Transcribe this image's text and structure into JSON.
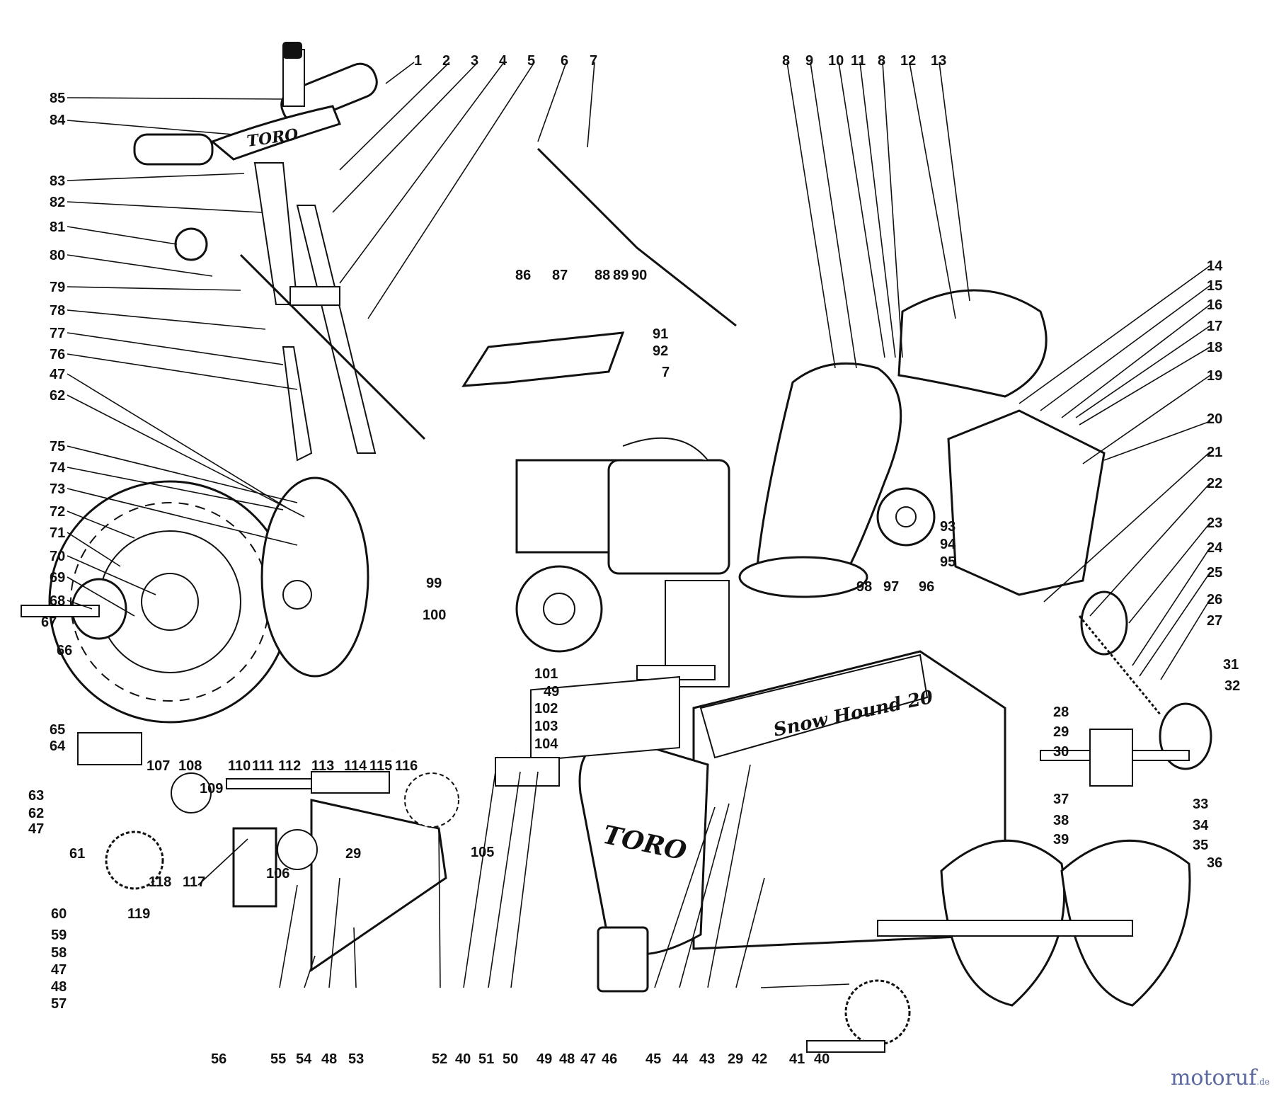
{
  "brand": {
    "handle_logo": "TORO",
    "housing_logo": "TORO",
    "model_logo": "Snow Hound 20"
  },
  "watermark": {
    "text": "motoruf",
    "suffix": ".de"
  },
  "callouts": {
    "top": [
      "1",
      "2",
      "3",
      "4",
      "5",
      "6",
      "7",
      "8",
      "9",
      "10",
      "11",
      "8",
      "12",
      "13"
    ],
    "left": [
      "85",
      "84",
      "83",
      "82",
      "81",
      "80",
      "79",
      "78",
      "77",
      "76",
      "47",
      "62",
      "75",
      "74",
      "73",
      "72",
      "71",
      "70",
      "69",
      "68",
      "67",
      "66",
      "65",
      "64",
      "63",
      "62",
      "47",
      "61",
      "60",
      "59",
      "58",
      "47",
      "48",
      "57"
    ],
    "right": [
      "14",
      "15",
      "16",
      "17",
      "18",
      "19",
      "20",
      "21",
      "22",
      "23",
      "24",
      "25",
      "26",
      "27",
      "31",
      "32",
      "28",
      "29",
      "30",
      "33",
      "34",
      "35",
      "36",
      "37",
      "38",
      "39"
    ],
    "bottom": [
      "56",
      "55",
      "54",
      "48",
      "53",
      "52",
      "40",
      "51",
      "50",
      "49",
      "48",
      "47",
      "46",
      "45",
      "44",
      "43",
      "29",
      "42",
      "41",
      "40"
    ],
    "middle": [
      "86",
      "87",
      "88",
      "89",
      "90",
      "91",
      "92",
      "7",
      "93",
      "94",
      "95",
      "99",
      "100",
      "98",
      "97",
      "96",
      "101",
      "49",
      "102",
      "103",
      "104",
      "105",
      "106",
      "107",
      "108",
      "109",
      "110",
      "111",
      "112",
      "113",
      "114",
      "115",
      "116",
      "118",
      "117",
      "119",
      "29"
    ]
  },
  "colors": {
    "ink": "#111111",
    "watermark": "#5a6aa0"
  }
}
